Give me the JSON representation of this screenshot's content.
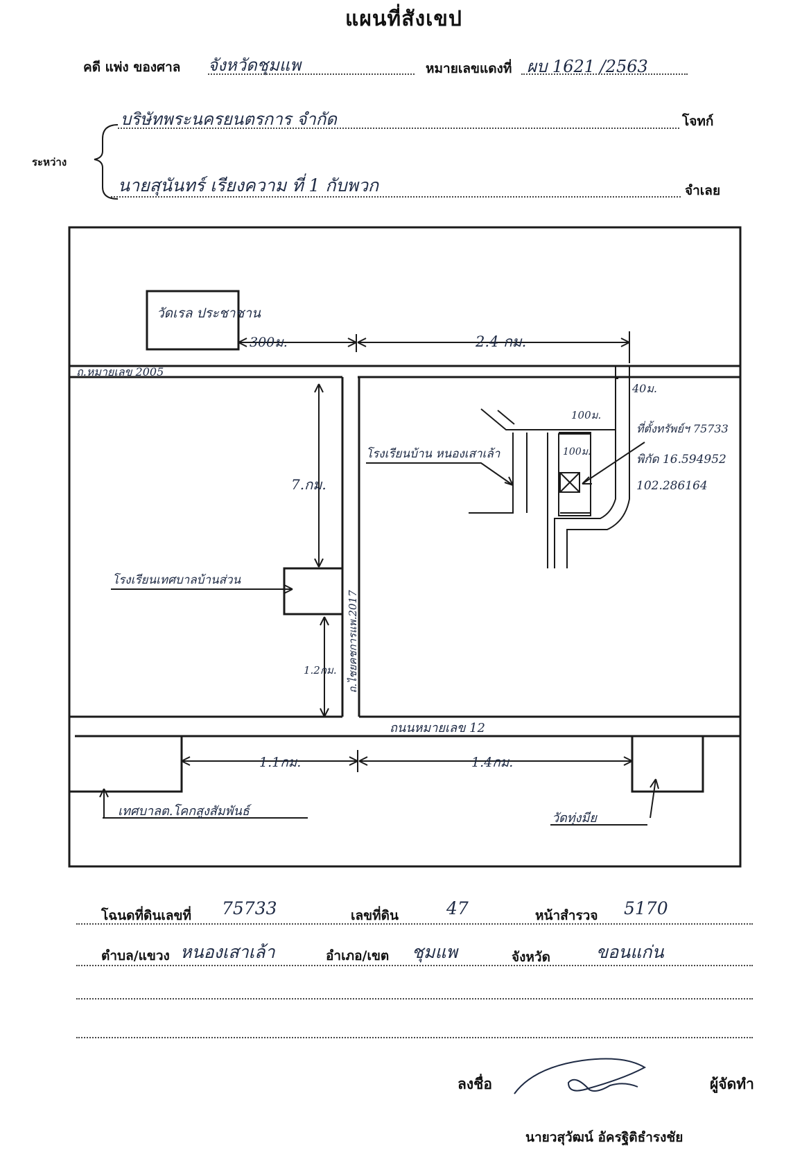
{
  "header": {
    "title": "แผนที่สังเขป",
    "case_label": "คดี แพ่ง ของศาล",
    "court": "จังหวัดชุมแพ",
    "red_number_label": "หมายเลขแดงที่",
    "red_number": "ผบ 1621 /2563",
    "between_label": "ระหว่าง",
    "plaintiff": "บริษัทพระนครยนตรการ จำกัด",
    "plaintiff_label": "โจทก์",
    "defendant": "นายสุนันทร์ เรียงความ ที่ 1 กับพวก",
    "defendant_label": "จำเลย"
  },
  "map": {
    "labels": {
      "temple_top": "วัดเรล ประชาชาน",
      "dist_300m": "300ม.",
      "dist_2_4km": "2.4 กม.",
      "road_2005": "ถ.หมายเลข 2005",
      "dist_40m": "40ม.",
      "dist_100m_a": "100ม.",
      "dist_100m_b": "100ม.",
      "school_village": "โรงเรียนบ้าน หนองเสาเล้า",
      "property": "ที่ตั้งทรัพย์ฯ 75733",
      "coord_lat": "พิกัด 16.594952",
      "coord_lon": "102.286164",
      "dist_7km": "7.กม.",
      "road_2017": "ถ.ไชยคชการแพ.2017",
      "school_municipal": "โรงเรียนเทศบาลบ้านส่วน",
      "dist_1_2km": "1.2กม.",
      "road_12": "ถนนหมายเลข 12",
      "dist_1_1km": "1.1กม.",
      "dist_1_4km": "1.4กม.",
      "municipality": "เทศบาลต.โคกสูงสัมพันธ์",
      "temple_bottom": "วัดทุ่งมีย"
    }
  },
  "footer": {
    "deed_label": "โฉนดที่ดินเลขที่",
    "deed_number": "75733",
    "land_label": "เลขที่ดิน",
    "land_number": "47",
    "survey_label": "หน้าสำรวจ",
    "survey_number": "5170",
    "subdistrict_label": "ตำบล/แขวง",
    "subdistrict": "หนองเสาเล้า",
    "district_label": "อำเภอ/เขต",
    "district": "ชุมแพ",
    "province_label": "จังหวัด",
    "province": "ขอนแก่น",
    "sign_label": "ลงชื่อ",
    "author_label": "ผู้จัดทำ",
    "author_name": "นายวสุวัฒน์ อัครฐิติธำรงชัย"
  }
}
